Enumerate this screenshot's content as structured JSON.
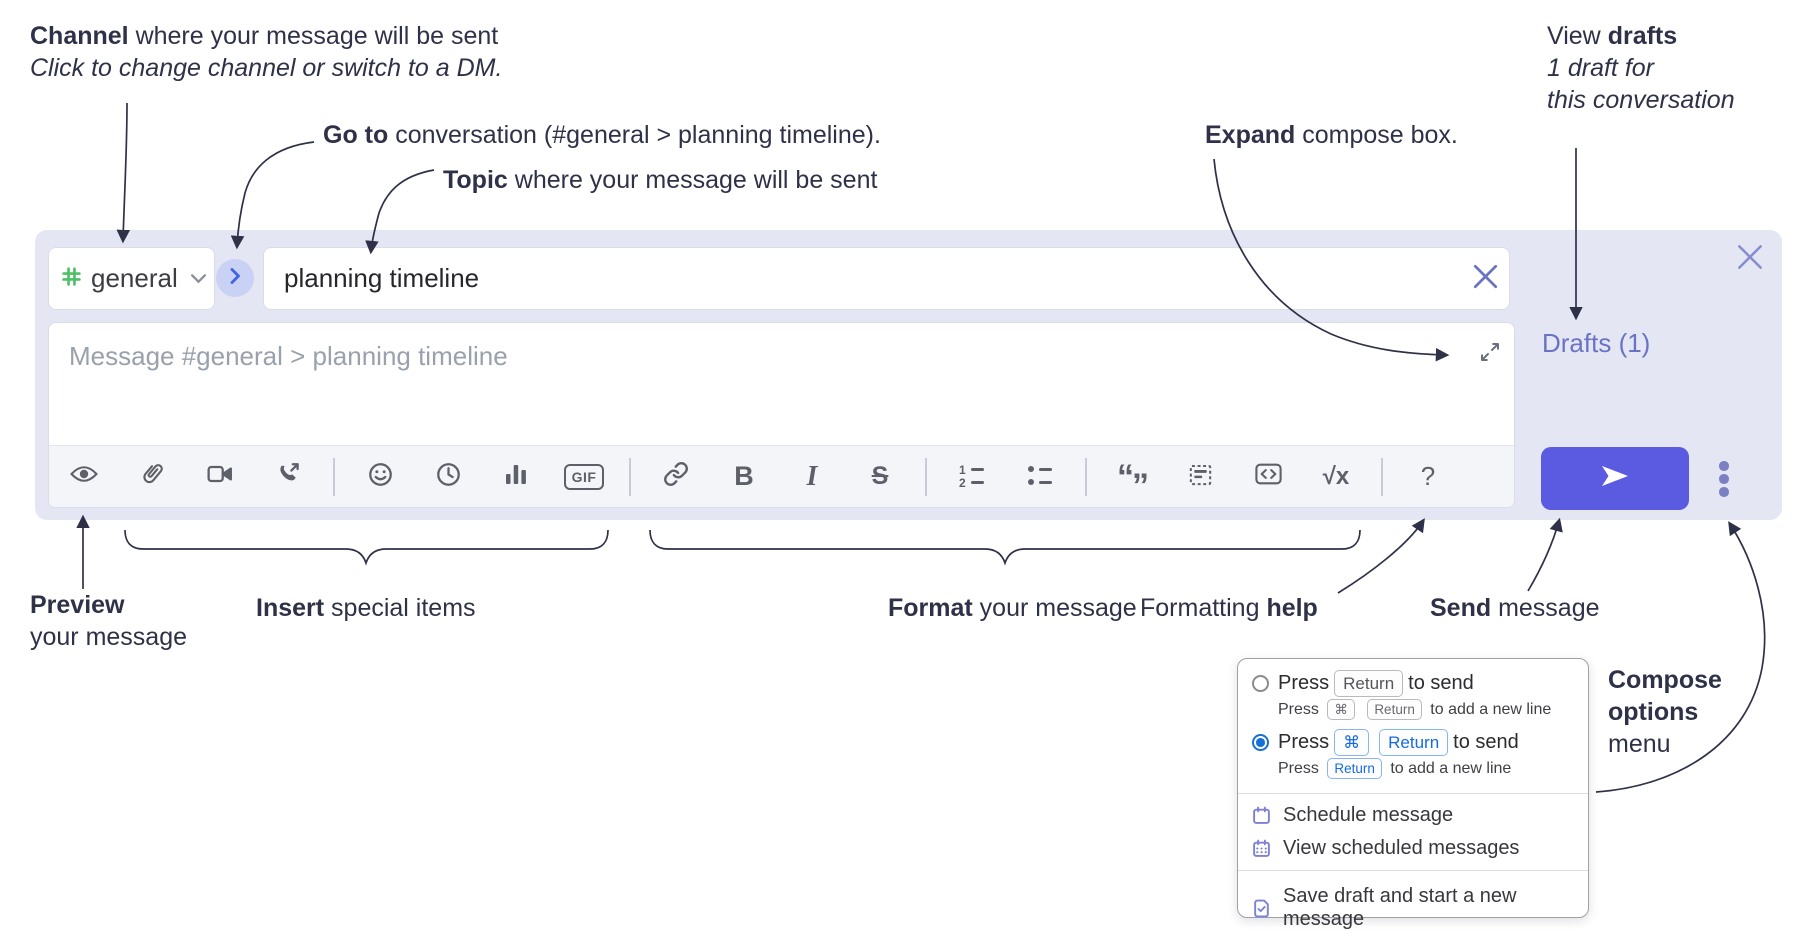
{
  "ann": {
    "channel_b": "Channel",
    "channel_r": " where your message will be sent",
    "channel_l2": "Click to change channel or switch to a DM.",
    "goto_b": "Go to",
    "goto_r": " conversation (#general > planning timeline).",
    "topic_b": "Topic",
    "topic_r": " where your message will be sent",
    "expand_b": "Expand",
    "expand_r": " compose box.",
    "drafts_l1a": "View ",
    "drafts_l1b": "drafts",
    "drafts_l2": "1 draft for",
    "drafts_l3": "this conversation",
    "preview_b": "Preview",
    "preview_l2": "your message",
    "insert_b": "Insert",
    "insert_r": " special items",
    "format_b": "Format",
    "format_r": " your message",
    "help_a": "Formatting ",
    "help_b": "help",
    "send_b": "Send",
    "send_r": " message",
    "opts_l1": "Compose",
    "opts_l2": "options",
    "opts_l3": "menu"
  },
  "compose": {
    "channel": "general",
    "topic": "planning timeline",
    "placeholder": "Message #general > planning timeline",
    "drafts_link": "Drafts (1)"
  },
  "toolbar": {
    "icons": [
      "eye-preview",
      "paperclip-attach",
      "video-call",
      "audio-call",
      "emoji",
      "global-time",
      "poll",
      "gif",
      "link",
      "bold",
      "italic",
      "strikethrough",
      "numbered-list",
      "bulleted-list",
      "quote",
      "spoiler",
      "code",
      "math",
      "help"
    ],
    "bold": "B",
    "italic": "I",
    "strike": "S",
    "gif": "GIF",
    "quote_open": "“",
    "quote_close": "”",
    "ol1": "1",
    "ol2": "2",
    "math": "√x",
    "help": "?"
  },
  "popup": {
    "o1_press": "Press",
    "o1_key": "Return",
    "o1_suffix": "to send",
    "o1s_press": "Press",
    "o1s_k1": "⌘",
    "o1s_k2": "Return",
    "o1s_suffix": "to add a new line",
    "o2_press": "Press",
    "o2_k1": "⌘",
    "o2_k2": "Return",
    "o2_suffix": "to send",
    "o2s_press": "Press",
    "o2s_k1": "Return",
    "o2s_suffix": "to add a new line",
    "items": [
      {
        "label": "Schedule message"
      },
      {
        "label": "View scheduled messages"
      },
      {
        "label": "Save draft and start a new message"
      }
    ]
  },
  "colors": {
    "compose_bg": "#e4e6f3",
    "send_button": "#5a5be0",
    "drafts_link": "#6a72c4",
    "hash_green": "#4dbf66",
    "go_circle": "#c9d2f4",
    "go_chevron": "#3f63e6",
    "annotation_text": "#2e3148",
    "radio_selected": "#1670d8",
    "menu_icon_purple": "#7d81d6",
    "toolbar_icon": "#5d6069"
  }
}
